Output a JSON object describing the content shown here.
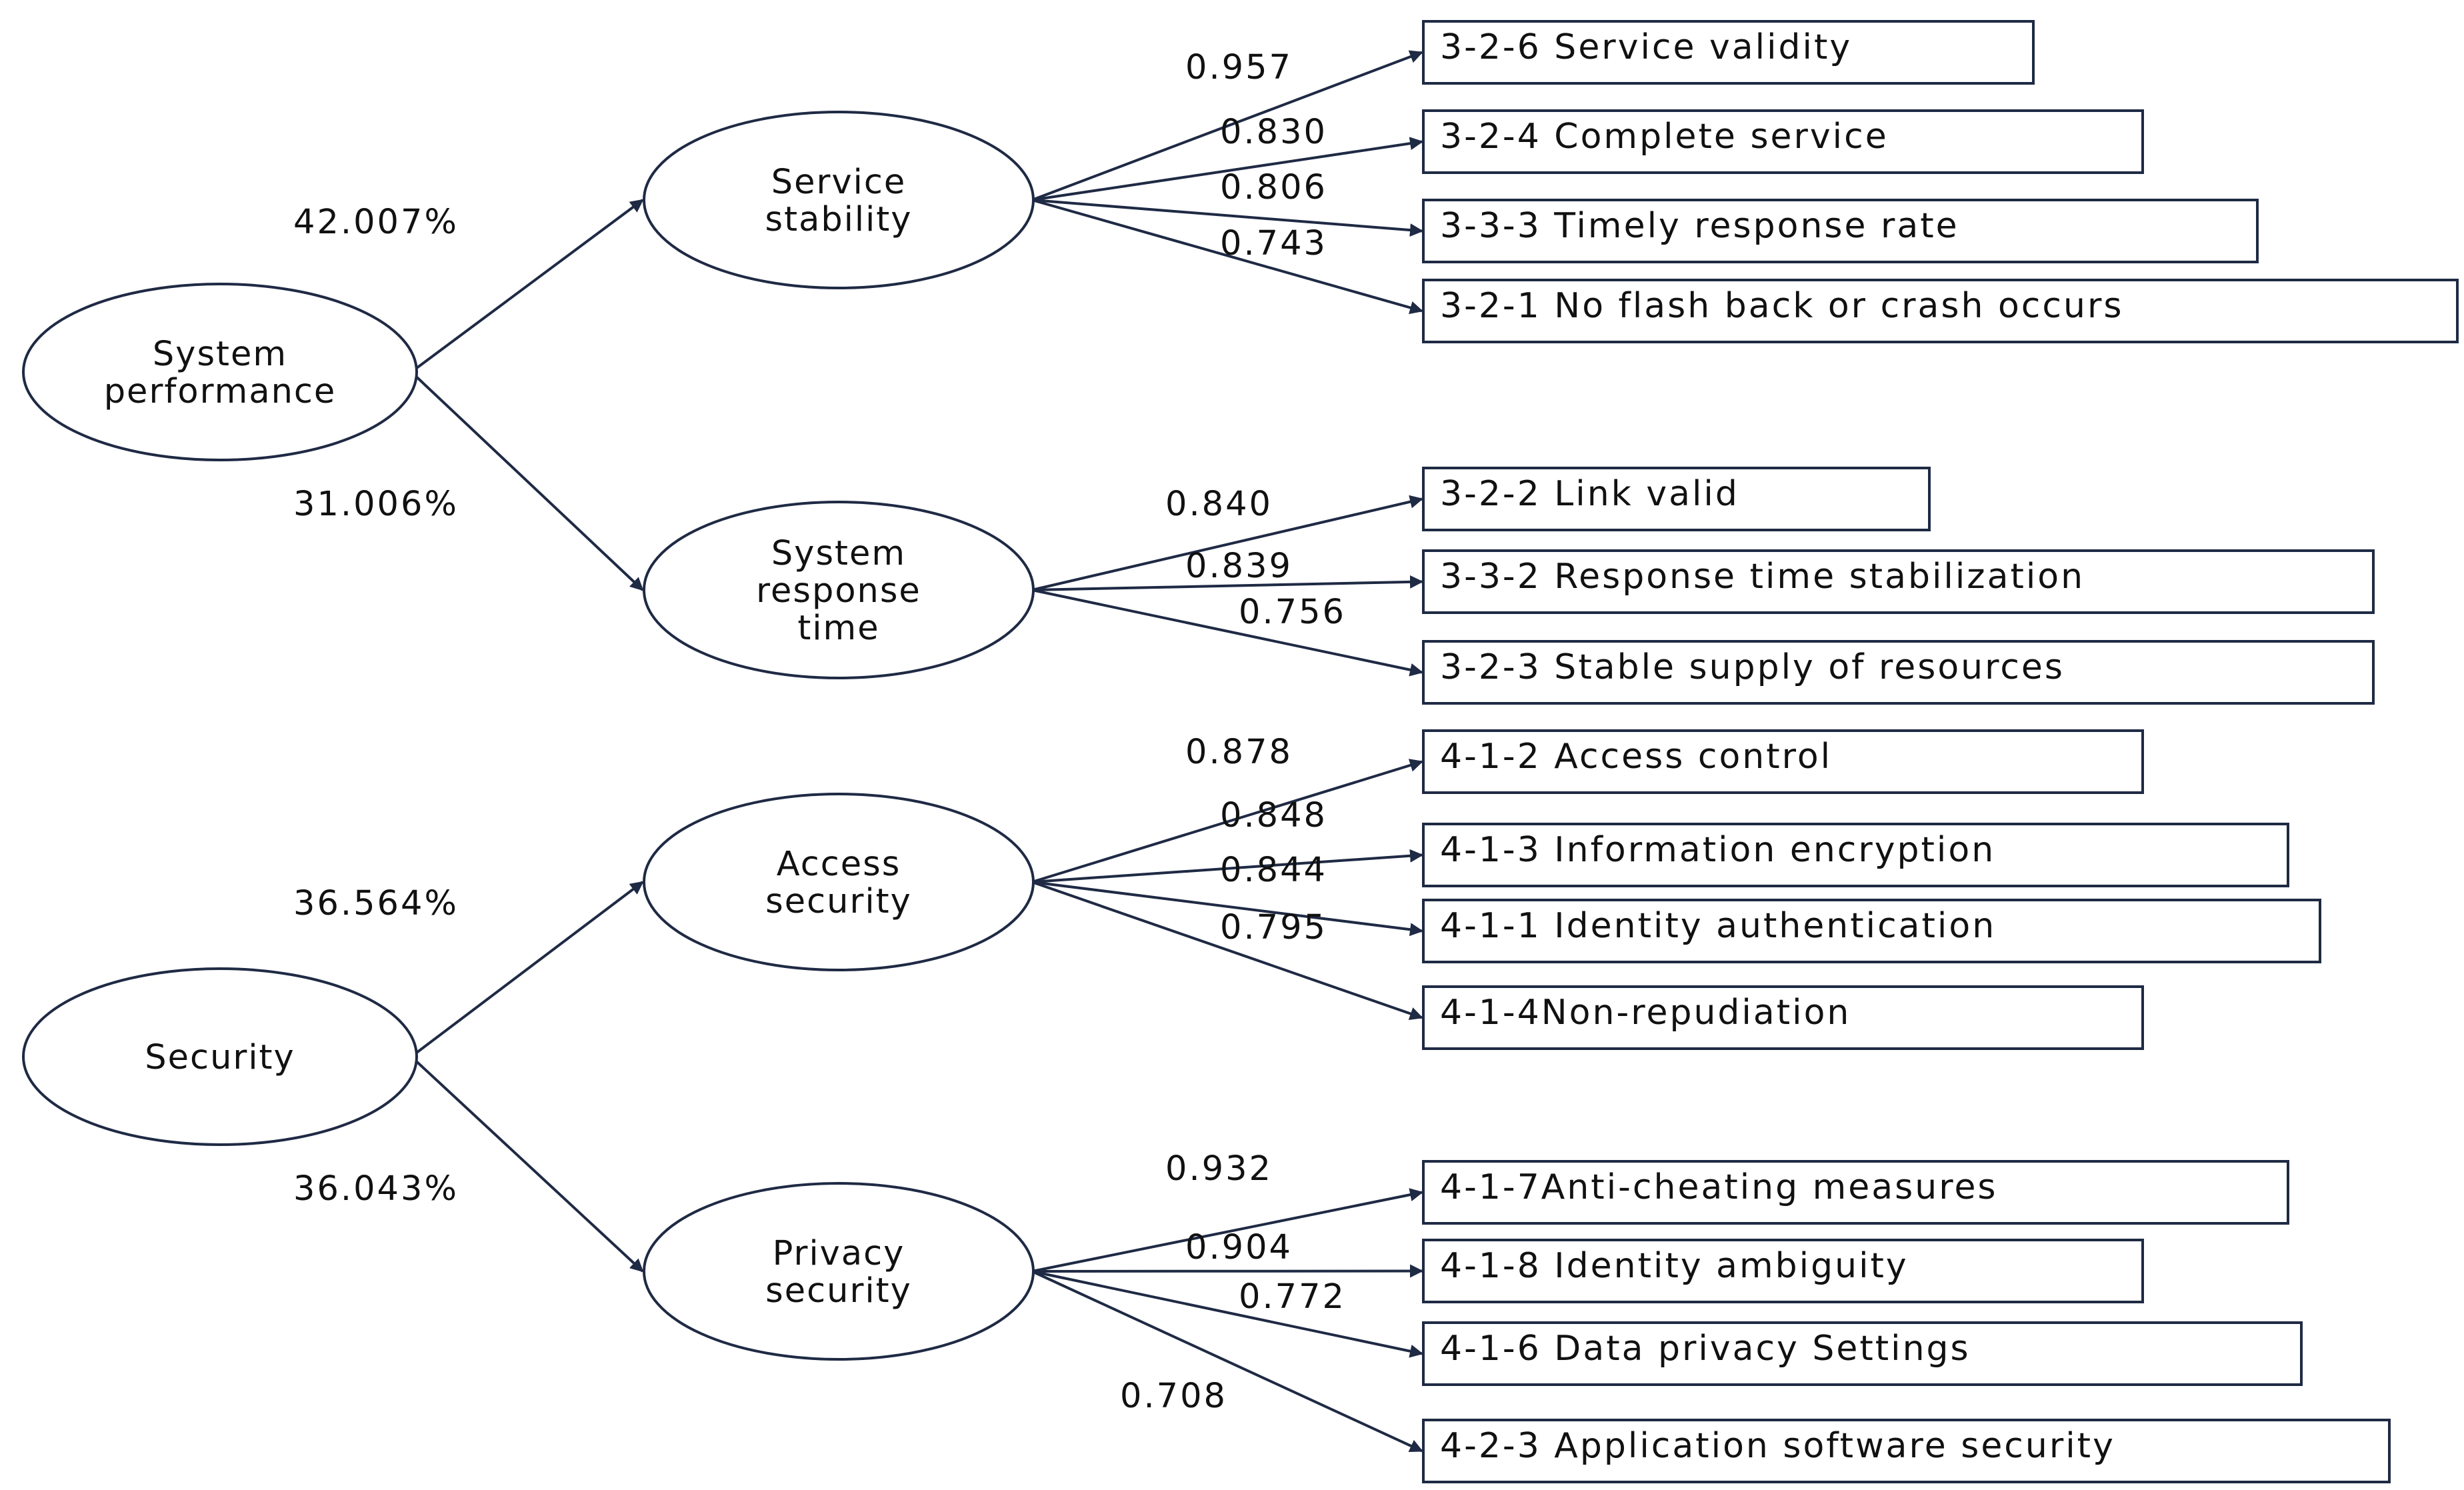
{
  "roots": [
    {
      "id": "system-performance",
      "label": [
        "System",
        "performance"
      ],
      "children": [
        {
          "id": "service-stability",
          "label": [
            "Service",
            "stability"
          ],
          "weight": "42.007%",
          "items": [
            {
              "text": "3-2-6 Service validity",
              "loading": "0.957"
            },
            {
              "text": "3-2-4 Complete service",
              "loading": "0.830"
            },
            {
              "text": "3-3-3 Timely response rate",
              "loading": "0.806"
            },
            {
              "text": "3-2-1 No flash back or crash occurs",
              "loading": "0.743"
            }
          ]
        },
        {
          "id": "system-response-time",
          "label": [
            "System",
            "response",
            "time"
          ],
          "weight": "31.006%",
          "items": [
            {
              "text": "3-2-2 Link valid",
              "loading": "0.840"
            },
            {
              "text": "3-3-2 Response time stabilization",
              "loading": "0.839"
            },
            {
              "text": "3-2-3 Stable supply of resources",
              "loading": "0.756"
            }
          ]
        }
      ]
    },
    {
      "id": "security",
      "label": [
        "Security"
      ],
      "children": [
        {
          "id": "access-security",
          "label": [
            "Access",
            "security"
          ],
          "weight": "36.564%",
          "items": [
            {
              "text": "4-1-2 Access control",
              "loading": "0.878"
            },
            {
              "text": "4-1-3 Information encryption",
              "loading": "0.848"
            },
            {
              "text": "4-1-1 Identity authentication",
              "loading": "0.844"
            },
            {
              "text": "4-1-4Non-repudiation",
              "loading": "0.795"
            }
          ]
        },
        {
          "id": "privacy-security",
          "label": [
            "Privacy",
            "security"
          ],
          "weight": "36.043%",
          "items": [
            {
              "text": "4-1-7Anti-cheating measures",
              "loading": "0.932"
            },
            {
              "text": "4-1-8 Identity ambiguity",
              "loading": "0.904"
            },
            {
              "text": "4-1-6 Data privacy Settings",
              "loading": "0.772"
            },
            {
              "text": "4-2-3 Application software security",
              "loading": "0.708"
            }
          ]
        }
      ]
    }
  ],
  "colors": {
    "stroke": "#1f2a44",
    "text": "#111111",
    "background": "#ffffff"
  }
}
